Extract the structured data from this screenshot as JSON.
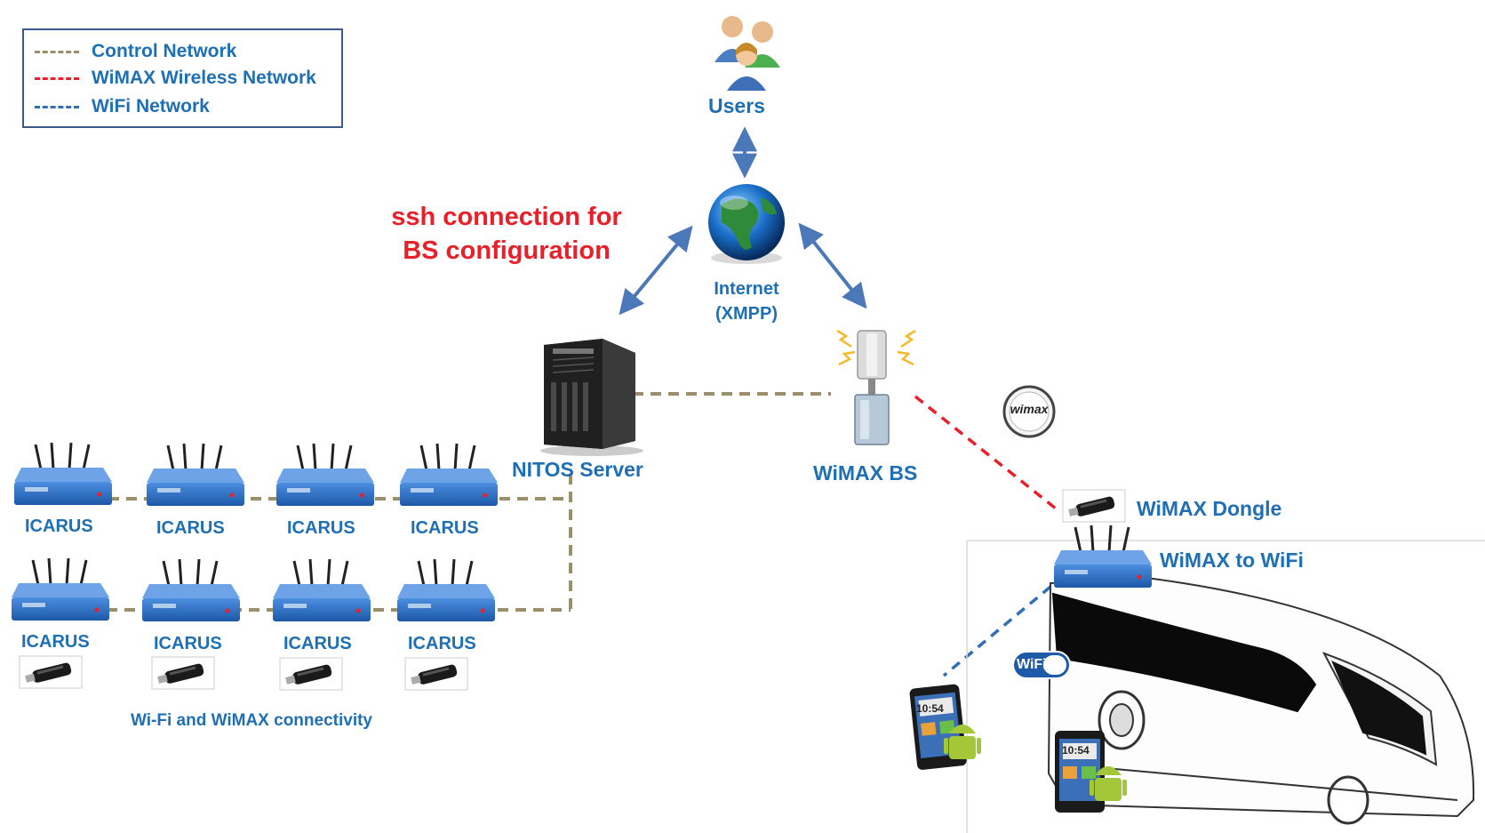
{
  "legend": {
    "items": [
      {
        "label": "Control Network",
        "color": "#9b8f6a"
      },
      {
        "label": "WiMAX Wireless Network",
        "color": "#e8202a"
      },
      {
        "label": "WiFi Network",
        "color": "#2f6fb5"
      }
    ]
  },
  "nodes": {
    "users": "Users",
    "internet_line1": "Internet",
    "internet_line2": "(XMPP)",
    "nitos_server": "NITOS Server",
    "wimax_bs": "WiMAX BS",
    "wimax_dongle": "WiMAX Dongle",
    "wimax_to_wifi": "WiMAX to WiFi",
    "wimax_badge": "wimax",
    "wifi_badge": "WiFi"
  },
  "annotation": {
    "line1": "ssh connection for",
    "line2": "BS configuration"
  },
  "icarus": {
    "row1": [
      "ICARUS",
      "ICARUS",
      "ICARUS",
      "ICARUS"
    ],
    "row2": [
      "ICARUS",
      "ICARUS",
      "ICARUS",
      "ICARUS"
    ],
    "caption": "Wi-Fi and WiMAX connectivity"
  },
  "phones": {
    "time": "10:54"
  },
  "colors": {
    "label_blue": "#1f6fb4",
    "annotation_red": "#e8202a",
    "arrow_blue": "#4a78b8",
    "router_blue": "#2f6fc4"
  },
  "icons": [
    "users-icon",
    "globe-icon",
    "server-icon",
    "base-station-icon",
    "router-icon",
    "usb-dongle-icon",
    "bus-icon",
    "smartphone-icon",
    "android-icon"
  ]
}
